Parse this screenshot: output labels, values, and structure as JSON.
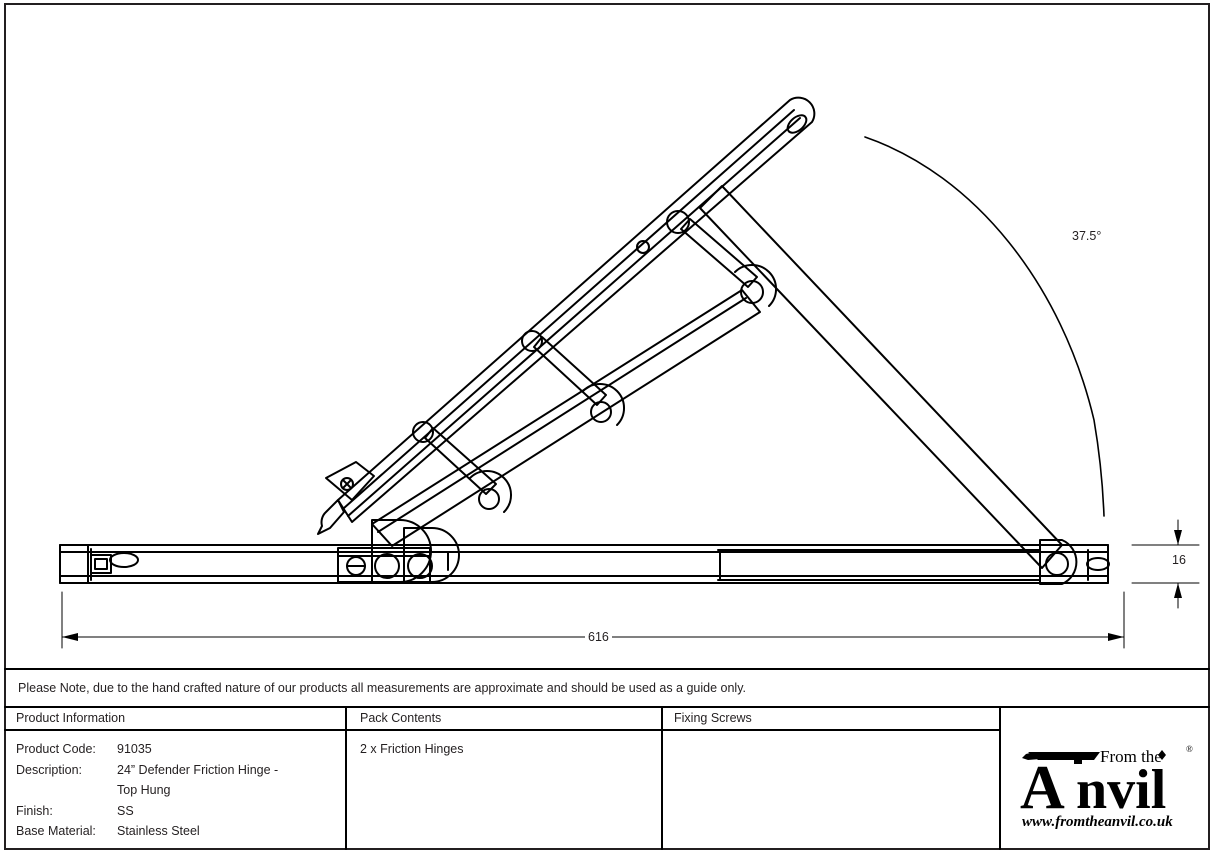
{
  "document": {
    "type": "technical-drawing",
    "product_title": "24” Defender Friction Hinge - Top Hung"
  },
  "drawing": {
    "dimensions": {
      "length_label": "616",
      "height_label": "16",
      "angle_label": "37.5°"
    },
    "line_color": "#000000",
    "background": "#ffffff"
  },
  "note": {
    "text": "Please Note, due to the hand crafted nature of our products all measurements are approximate and should be used as a guide only."
  },
  "table": {
    "headers": {
      "product_information": "Product Information",
      "pack_contents": "Pack Contents",
      "fixing_screws": "Fixing Screws"
    },
    "product_info": {
      "rows": [
        {
          "label": "Product Code:",
          "value": "91035"
        },
        {
          "label": "Description:",
          "value": "24” Defender Friction Hinge -"
        },
        {
          "label": "",
          "value": "Top Hung"
        },
        {
          "label": "Finish:",
          "value": "SS"
        },
        {
          "label": "Base Material:",
          "value": "Stainless Steel"
        }
      ]
    },
    "pack_contents": {
      "items": [
        "2 x Friction Hinges"
      ]
    },
    "fixing_screws": {
      "items": []
    }
  },
  "logo": {
    "line1": "From the",
    "line2": "Anvil",
    "letter_a": "A",
    "rest": "nvil",
    "website": "www.fromtheanvil.co.uk",
    "registered_mark": "®",
    "color": "#000000"
  }
}
